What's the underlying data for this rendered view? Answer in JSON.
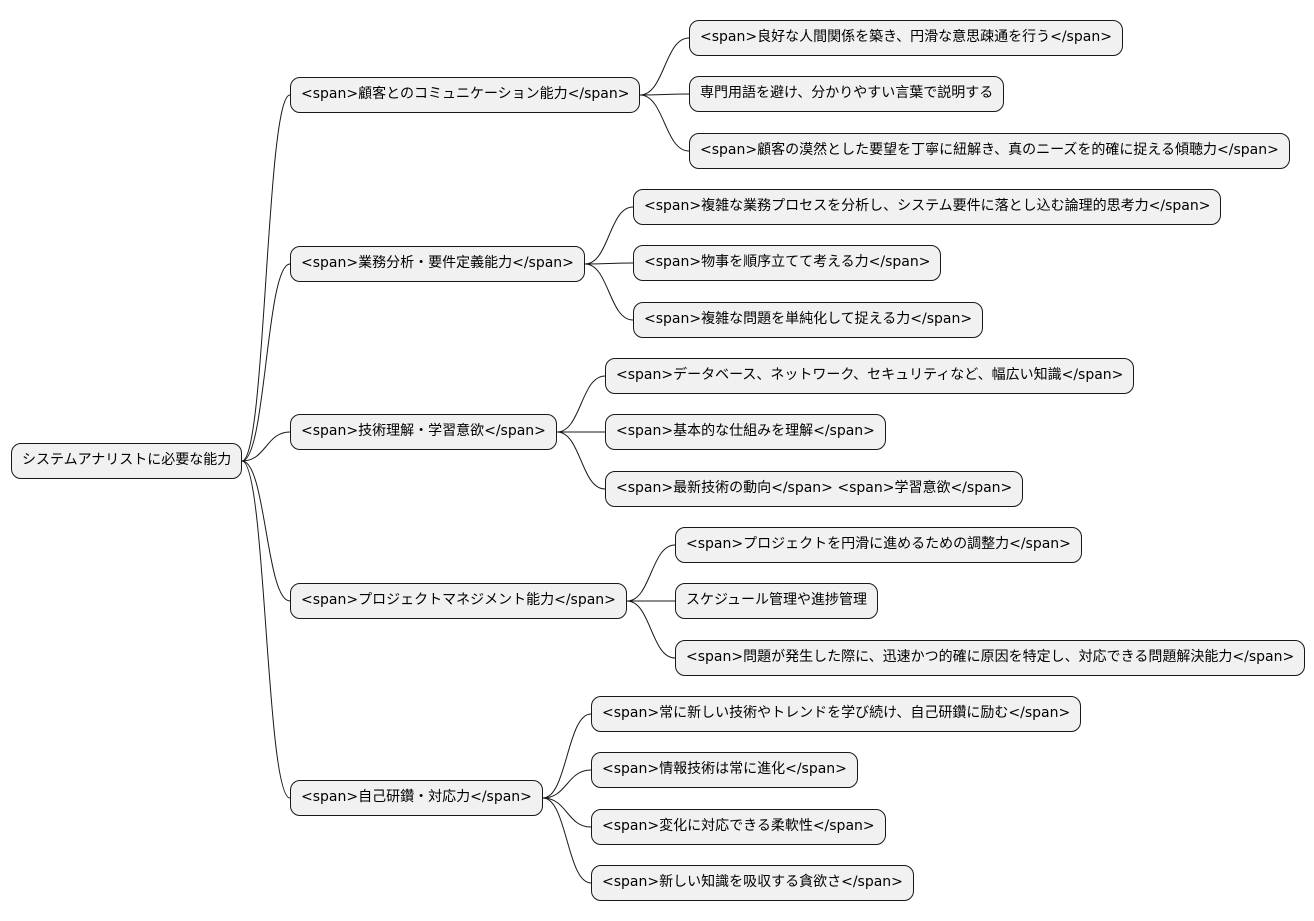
{
  "root": {
    "label": "システムアナリストに必要な能力"
  },
  "branches": [
    {
      "label": "<span>顧客とのコミュニケーション能力</span>",
      "children": [
        {
          "label": "<span>良好な人間関係を築き、円滑な意思疎通を行う</span>"
        },
        {
          "label": "専門用語を避け、分かりやすい言葉で説明する"
        },
        {
          "label": "<span>顧客の漠然とした要望を丁寧に紐解き、真のニーズを的確に捉える傾聴力</span>"
        }
      ]
    },
    {
      "label": "<span>業務分析・要件定義能力</span>",
      "children": [
        {
          "label": "<span>複雑な業務プロセスを分析し、システム要件に落とし込む論理的思考力</span>"
        },
        {
          "label": "<span>物事を順序立てて考える力</span>"
        },
        {
          "label": "<span>複雑な問題を単純化して捉える力</span>"
        }
      ]
    },
    {
      "label": "<span>技術理解・学習意欲</span>",
      "children": [
        {
          "label": "<span>データベース、ネットワーク、セキュリティなど、幅広い知識</span>"
        },
        {
          "label": "<span>基本的な仕組みを理解</span>"
        },
        {
          "label": "<span>最新技術の動向</span> <span>学習意欲</span>"
        }
      ]
    },
    {
      "label": "<span>プロジェクトマネジメント能力</span>",
      "children": [
        {
          "label": "<span>プロジェクトを円滑に進めるための調整力</span>"
        },
        {
          "label": "スケジュール管理や進捗管理"
        },
        {
          "label": "<span>問題が発生した際に、迅速かつ的確に原因を特定し、対応できる問題解決能力</span>"
        }
      ]
    },
    {
      "label": "<span>自己研鑽・対応力</span>",
      "children": [
        {
          "label": "<span>常に新しい技術やトレンドを学び続け、自己研鑽に励む</span>"
        },
        {
          "label": "<span>情報技術は常に進化</span>"
        },
        {
          "label": "<span>変化に対応できる柔軟性</span>"
        },
        {
          "label": "<span>新しい知識を吸収する貪欲さ</span>"
        }
      ]
    }
  ]
}
